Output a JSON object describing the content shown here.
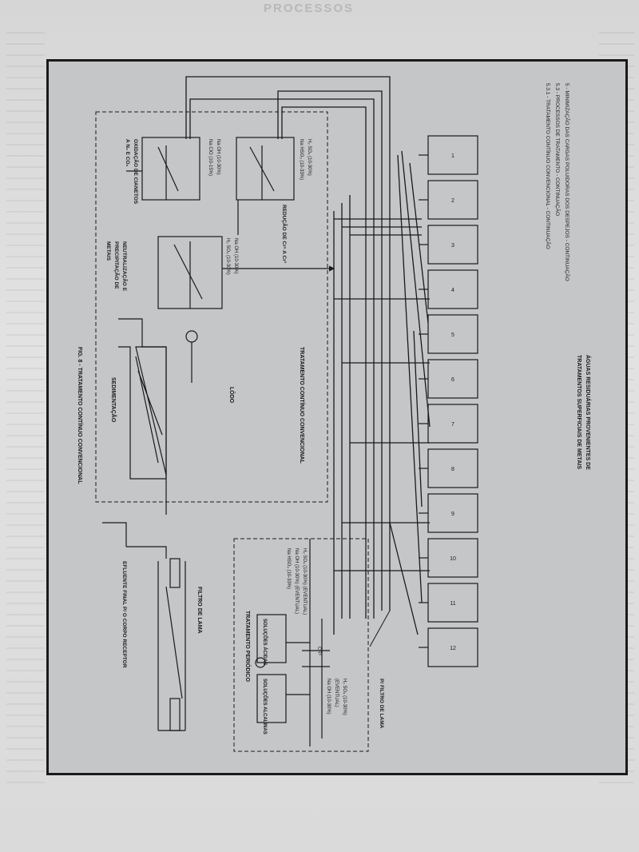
{
  "page_header": "PROCESSOS",
  "heading_lines": [
    "5 - MINIMIZAÇÃO DAS CARGAS POLUIDORAS DOS DESPEJOS - CONTINUAÇÃO",
    "5.3 - PROCESSOS DE TRATAMENTO - CONTINUAÇÃO",
    "5.3.1 - TRATAMENTO CONTÍNUO CONVENCIONAL - CONTINUAÇÃO"
  ],
  "source_title": "ÁGUAS RESIDUÁRIAS PROVENIENTES DE",
  "source_subtitle": "TRATAMENTOS SUPERFICIAIS DE METAIS",
  "tanks": [
    "1",
    "2",
    "3",
    "4",
    "5",
    "6",
    "7",
    "8",
    "9",
    "10",
    "11",
    "12"
  ],
  "stages": {
    "cyanide": "OXIDAÇÃO DE CIANETOS",
    "cyanide_sub": "A N₂ E CO₂",
    "chrome": "REDUÇÃO DE Cr⁶ A Cr³",
    "neutralization": "NEUTRALIZAÇÃO E",
    "neutralization_2": "PRECIPITAÇÃO DE",
    "neutralization_3": "METAIS",
    "sedimentation": "SEDIMENTAÇÃO",
    "sludge": "LÔDO",
    "sludge_filter": "FILTRO DE LAMA",
    "to_sludge_filter": "P/ FILTRO DE LAMA",
    "final_effluent": "EFLUENTE FINAL P/ O CORPO RECEPTOR"
  },
  "reagents": {
    "cyan_1": "Na OH (10-30%)",
    "cyan_2": "Na ClO (10-15%)",
    "chrome_1": "H₂ SO₄ (10-30%)",
    "chrome_2": "Na HSO₃ (10-33%)",
    "neut_1": "Na OH (10-30%)",
    "neut_2": "H₂ SO₄ (10-30%)",
    "per_1": "H₂ SO₄ (10-30%) (EVENTUAL)",
    "per_2": "Na OH (10-30%) (EVENTUAL)",
    "per_3": "Na HSO₃ (10-33%)",
    "per_4": "H₂ SO₄ (10-30%)",
    "per_5": "(EVENTUAL)",
    "per_6": "Na OH (10-30%)"
  },
  "periodic": {
    "acid": "SOLUÇÕES ÁCIDAS",
    "alkaline": "SOLUÇÕES ALCALINAS",
    "cr6": "CR⁶"
  },
  "boxes": {
    "continuous": "TRATAMENTO CONTÍNUO CONVENCIONAL",
    "periodic": "TRATAMENTO PERIÓDICO"
  },
  "figure_caption": "FIG. 8 - TRATAMENTO CONTÍNUO CONVENCIONAL"
}
